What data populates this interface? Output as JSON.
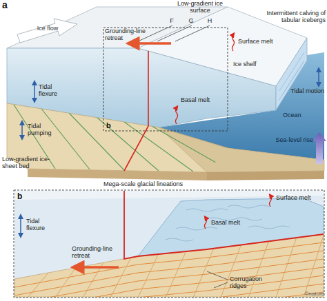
{
  "diagram": {
    "labels": [
      "a",
      "Ice flow",
      "Low-gradient ice surface",
      "F",
      "G",
      "H",
      "Grounding-line retreat",
      "b",
      "Surface melt",
      "Intermittent calving of tabular icebergs",
      "Basal melt",
      "Ice shelf",
      "Tidal motion",
      "Ocean",
      "Sea-level rise",
      "Tidal flexure",
      "Tidal pumping",
      "Low-gradient ice-sheet bed",
      "Mega-scale glacial lineations",
      "b",
      "Surface melt",
      "Basal melt",
      "Tidal flexure",
      "Grounding-line retreat",
      "Corrugation ridges",
      "©nature"
    ]
  }
}
